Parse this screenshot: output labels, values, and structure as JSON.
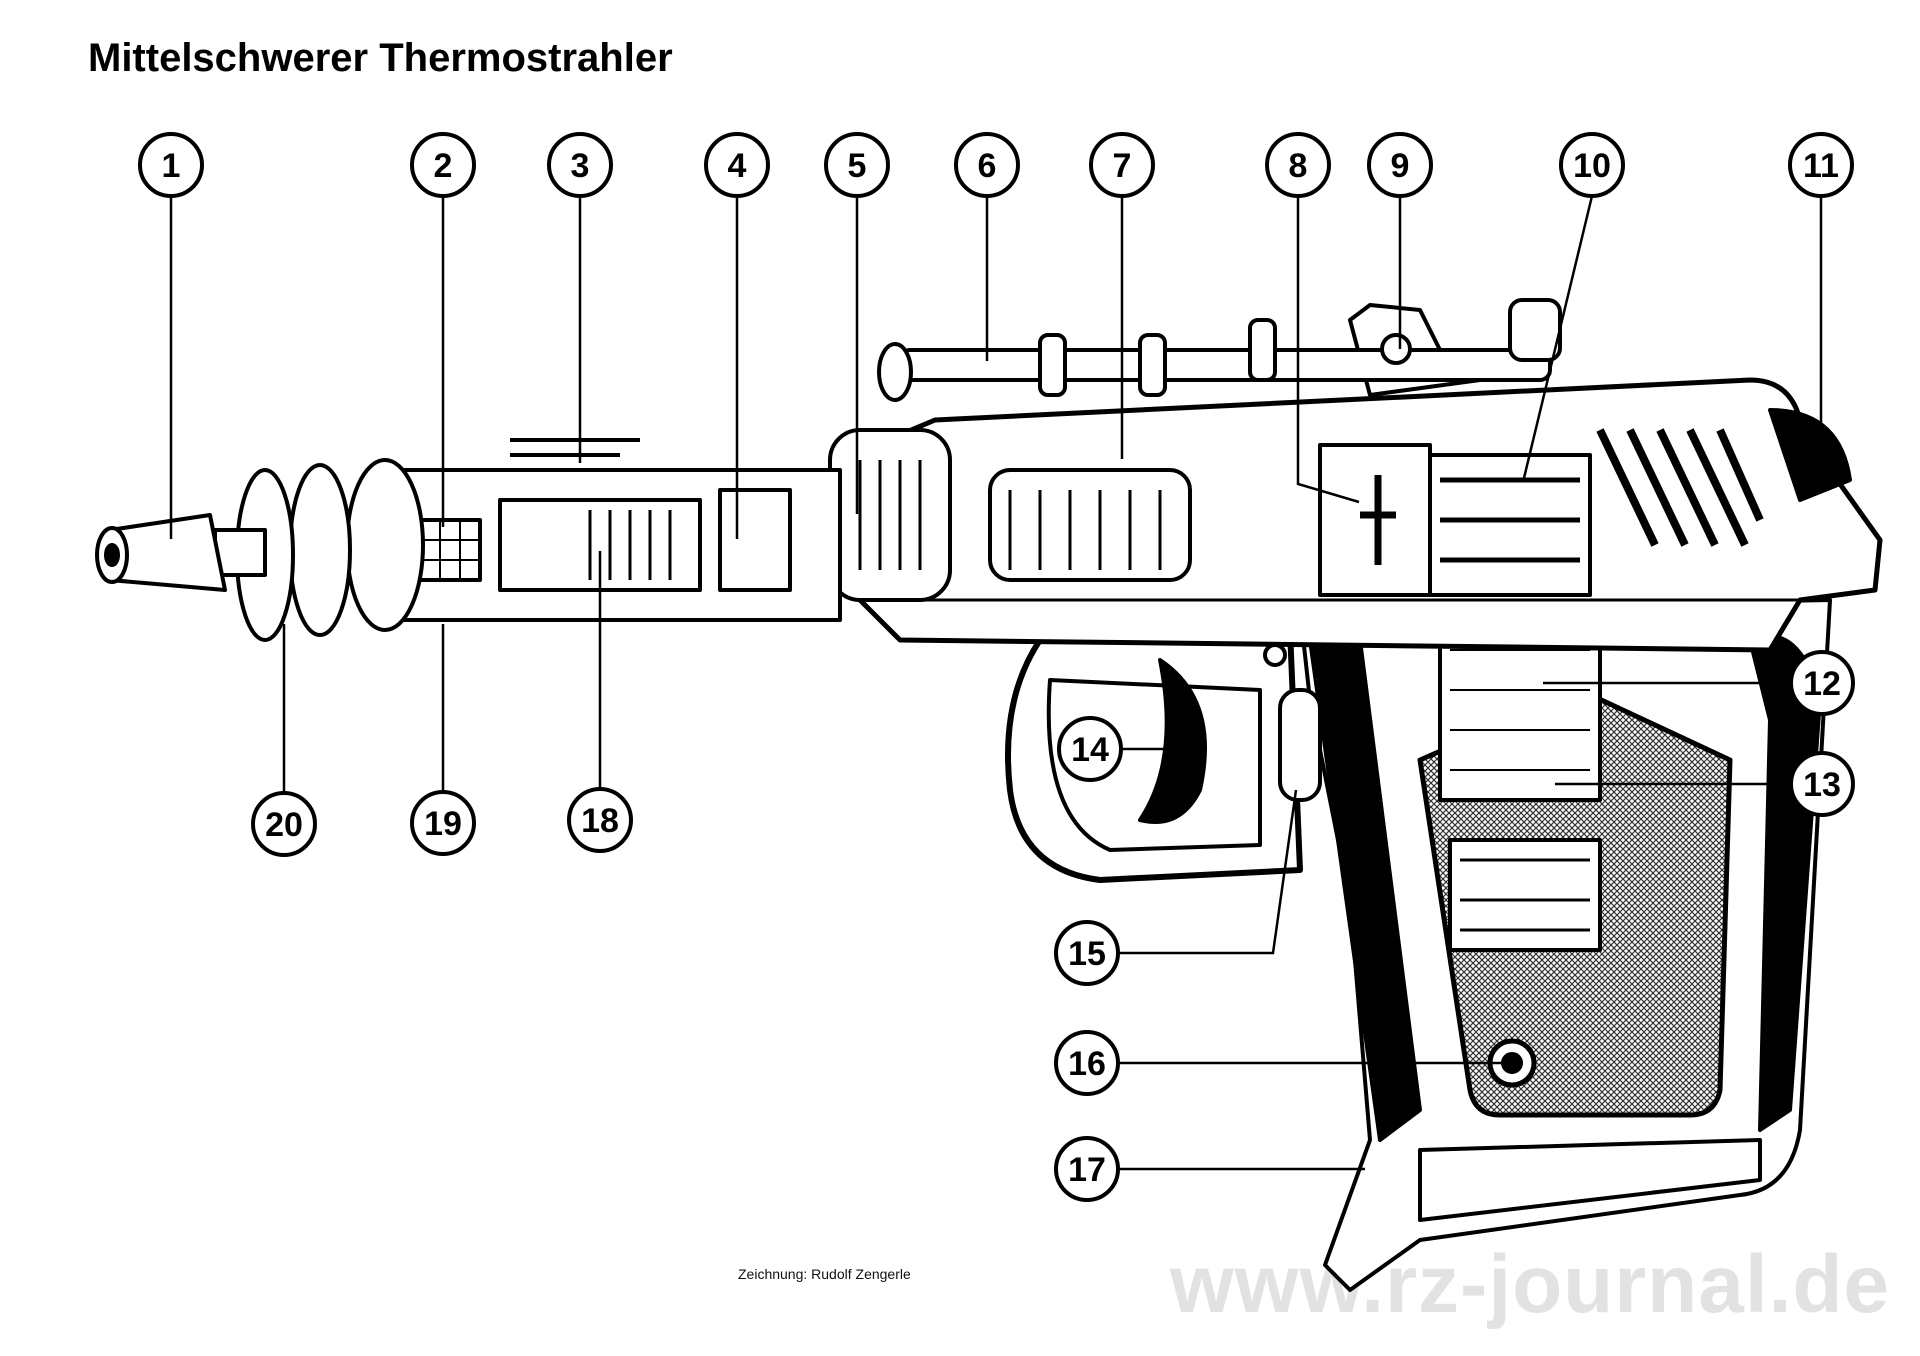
{
  "title": "Mittelschwerer Thermostrahler",
  "credit": "Zeichnung: Rudolf Zengerle",
  "watermark": "www.rz-journal.de",
  "colors": {
    "ink": "#000000",
    "paper": "#ffffff",
    "watermark": "#e2e2e2",
    "grip_hatch": "#888888"
  },
  "callouts": [
    "1",
    "2",
    "3",
    "4",
    "5",
    "6",
    "7",
    "8",
    "9",
    "10",
    "11",
    "12",
    "13",
    "14",
    "15",
    "16",
    "17",
    "18",
    "19",
    "20"
  ]
}
